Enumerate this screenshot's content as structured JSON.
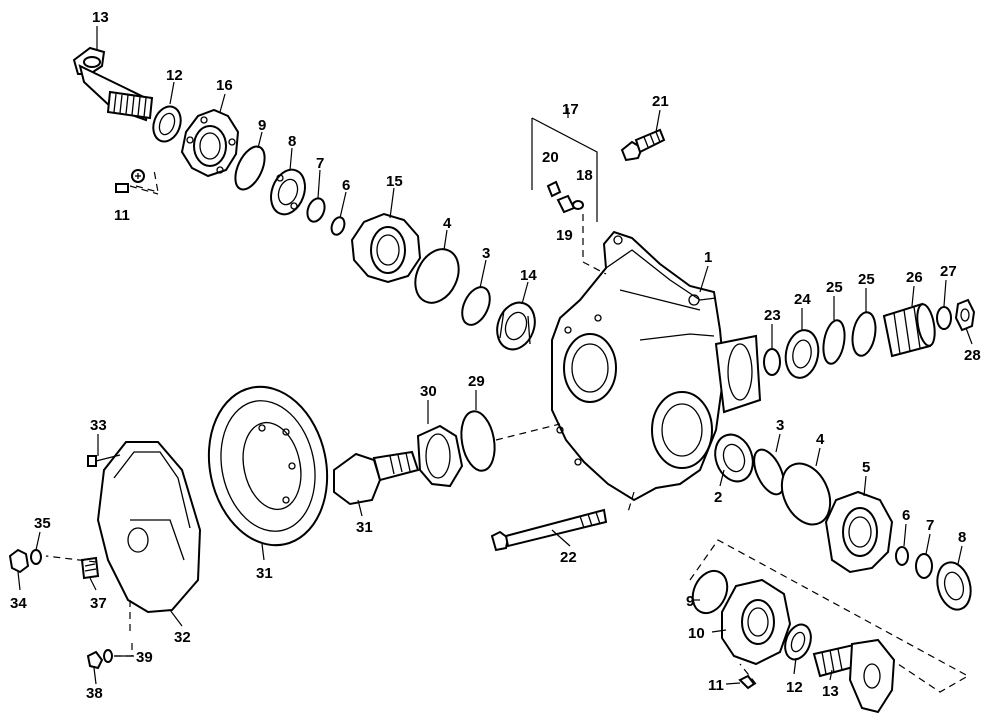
{
  "diagram": {
    "callouts": [
      {
        "id": "c13a",
        "text": "13"
      },
      {
        "id": "c12a",
        "text": "12"
      },
      {
        "id": "c16",
        "text": "16"
      },
      {
        "id": "c9a",
        "text": "9"
      },
      {
        "id": "c8a",
        "text": "8"
      },
      {
        "id": "c7a",
        "text": "7"
      },
      {
        "id": "c6a",
        "text": "6"
      },
      {
        "id": "c15",
        "text": "15"
      },
      {
        "id": "c4a",
        "text": "4"
      },
      {
        "id": "c3a",
        "text": "3"
      },
      {
        "id": "c14",
        "text": "14"
      },
      {
        "id": "c11a",
        "text": "11"
      },
      {
        "id": "c17",
        "text": "17"
      },
      {
        "id": "c20",
        "text": "20"
      },
      {
        "id": "c18",
        "text": "18"
      },
      {
        "id": "c19",
        "text": "19"
      },
      {
        "id": "c21",
        "text": "21"
      },
      {
        "id": "c1",
        "text": "1"
      },
      {
        "id": "c23",
        "text": "23"
      },
      {
        "id": "c24",
        "text": "24"
      },
      {
        "id": "c25a",
        "text": "25"
      },
      {
        "id": "c25b",
        "text": "25"
      },
      {
        "id": "c26",
        "text": "26"
      },
      {
        "id": "c27",
        "text": "27"
      },
      {
        "id": "c28",
        "text": "28"
      },
      {
        "id": "c30",
        "text": "30"
      },
      {
        "id": "c29",
        "text": "29"
      },
      {
        "id": "c33",
        "text": "33"
      },
      {
        "id": "c31a",
        "text": "31"
      },
      {
        "id": "c31b",
        "text": "31"
      },
      {
        "id": "c35",
        "text": "35"
      },
      {
        "id": "c34",
        "text": "34"
      },
      {
        "id": "c37",
        "text": "37"
      },
      {
        "id": "c32",
        "text": "32"
      },
      {
        "id": "c39",
        "text": "39"
      },
      {
        "id": "c38",
        "text": "38"
      },
      {
        "id": "c22",
        "text": "22"
      },
      {
        "id": "c2",
        "text": "2"
      },
      {
        "id": "c3b",
        "text": "3"
      },
      {
        "id": "c4b",
        "text": "4"
      },
      {
        "id": "c5",
        "text": "5"
      },
      {
        "id": "c6b",
        "text": "6"
      },
      {
        "id": "c7b",
        "text": "7"
      },
      {
        "id": "c8b",
        "text": "8"
      },
      {
        "id": "c9b",
        "text": "9"
      },
      {
        "id": "c10",
        "text": "10"
      },
      {
        "id": "c11b",
        "text": "11"
      },
      {
        "id": "c12b",
        "text": "12"
      },
      {
        "id": "c13b",
        "text": "13"
      }
    ]
  }
}
